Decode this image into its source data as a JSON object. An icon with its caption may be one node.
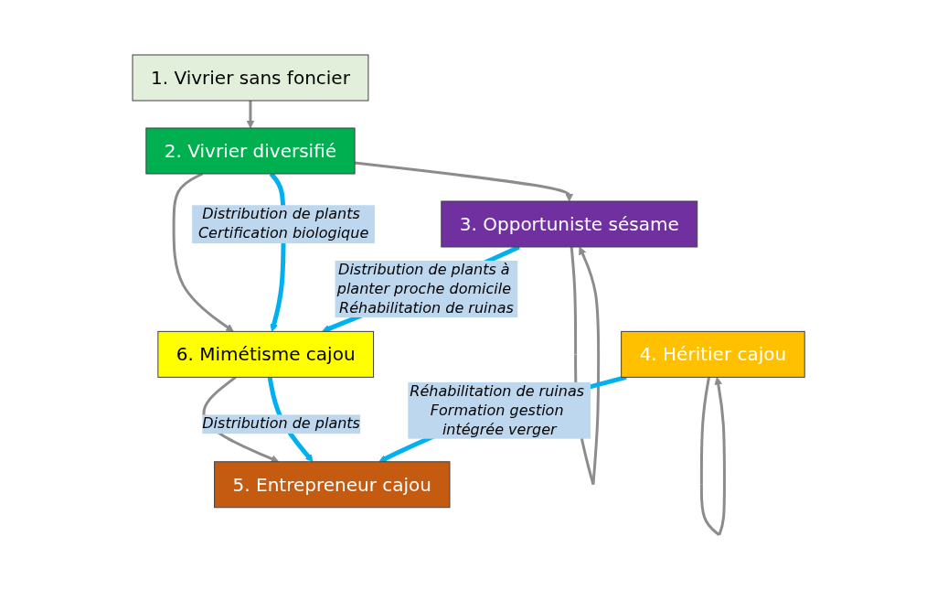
{
  "diagram": {
    "nodes": [
      {
        "text": [
          "1. Vivrier sans foncier"
        ]
      },
      {
        "text": [
          "2. Vivrier diversifié"
        ]
      },
      {
        "text": [
          "3. Opportuniste sésame"
        ]
      },
      {
        "text": [
          "6. Mimétisme cajou"
        ]
      },
      {
        "text": [
          "4. Héritier cajou"
        ]
      },
      {
        "text": [
          "5. Entrepreneur cajou"
        ]
      }
    ],
    "edges": [
      {
        "from": 0,
        "to": 1,
        "arrow": "to"
      },
      {
        "from": 1,
        "to": 2,
        "arrow": "to"
      },
      {
        "from": 1,
        "to": 3,
        "arrow": "to"
      },
      {
        "from": 1,
        "to": 3,
        "arrow": "to",
        "color": "#00b0f0",
        "label": "Distribution de plants Certification biologique"
      },
      {
        "from": 2,
        "to": 2,
        "arrow": "to"
      },
      {
        "from": 2,
        "to": 3,
        "arrow": "to",
        "color": "#00b0f0",
        "label": "Distribution de plants à planter proche domicile Réhabilitation de ruinas"
      },
      {
        "from": 3,
        "to": 5,
        "arrow": "to"
      },
      {
        "from": 3,
        "to": 5,
        "arrow": "to",
        "color": "#00b0f0",
        "label": "Distribution de plants"
      },
      {
        "from": 4,
        "to": 4,
        "arrow": "to"
      },
      {
        "from": 4,
        "to": 5,
        "arrow": "to",
        "color": "#00b0f0",
        "label": "Réhabilitation de ruinas Formation gestion intégrée verger"
      }
    ]
  }
}
